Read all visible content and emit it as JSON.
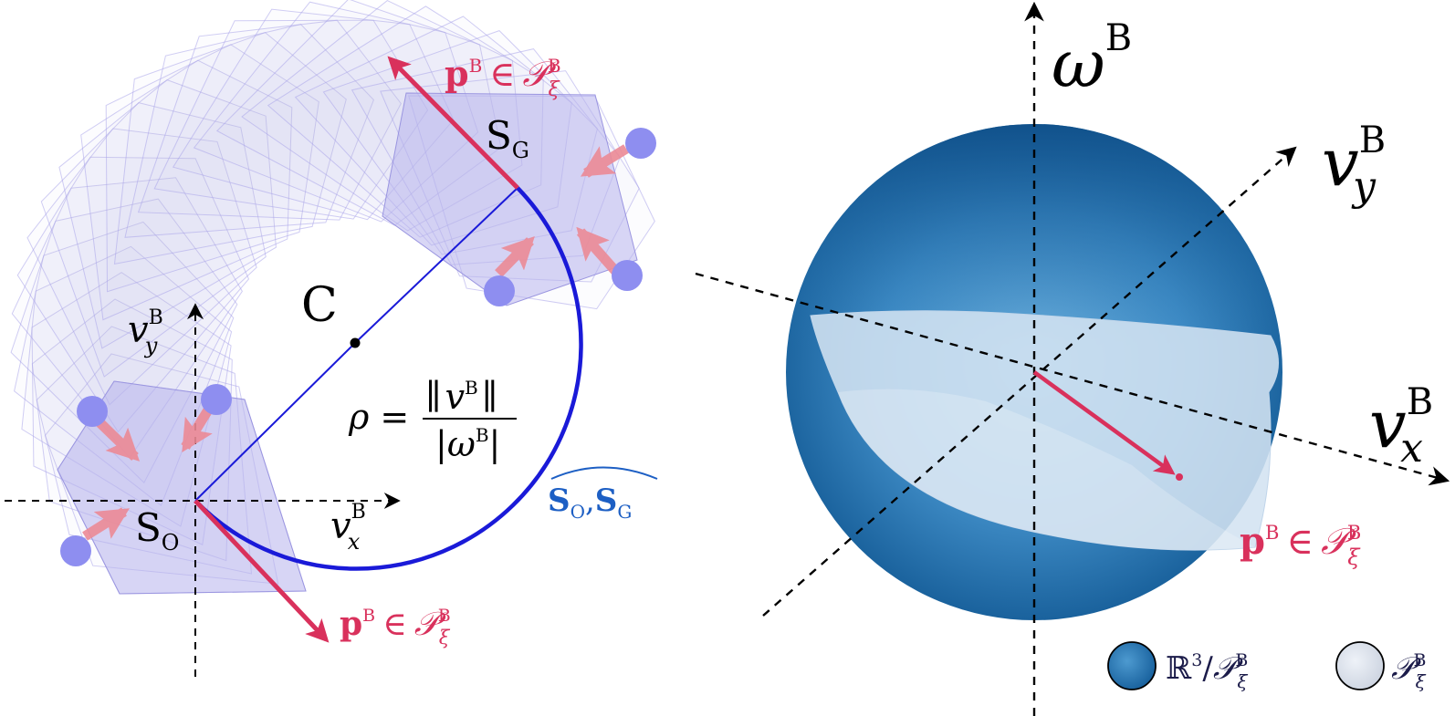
{
  "colors": {
    "accent_red": "#d9315c",
    "arc_blue": "#1a1ad8",
    "footprint_fill": "#b8b4ec",
    "footprint_stroke": "#9a95e0",
    "contact_circle": "#8e8ef0",
    "force_arrow": "#ec8a96",
    "sphere_dark": "#1e67a4",
    "sphere_light": "#5fa4d6",
    "region_light": "#d3e2f1",
    "label_blue": "#1d5fc4"
  },
  "icons": {
    "contact_point": "contact-point-icon",
    "force": "force-arrow-icon",
    "legend_swatch": "legend-swatch-icon"
  },
  "left_panel": {
    "labels": {
      "p_top": {
        "p": "p",
        "sup_b": "B",
        "in": "∈",
        "cal": "𝒫",
        "sup_b2": "B",
        "sub_xi": "ξ"
      },
      "p_bottom": {
        "p": "p",
        "sup_b": "B",
        "in": "∈",
        "cal": "𝒫",
        "sup_b2": "B",
        "sub_xi": "ξ"
      },
      "sg": {
        "main": "S",
        "sub": "G"
      },
      "so": {
        "main": "S",
        "sub": "O"
      },
      "center": "C",
      "vy": {
        "main": "v",
        "sup": "B",
        "sub": "y"
      },
      "vx": {
        "main": "v",
        "sup": "B",
        "sub": "x"
      },
      "rho": {
        "lhs": "ρ =",
        "num_l": "∥",
        "num_v": "v",
        "num_sup": "B",
        "num_r": "∥",
        "den_l": "|",
        "den_w": "ω",
        "den_sup": "B",
        "den_r": "|"
      },
      "arc_label": {
        "s1": "S",
        "sub1": "O",
        "comma": ",",
        "s2": "S",
        "sub2": "G"
      }
    }
  },
  "right_panel": {
    "labels": {
      "omega": {
        "main": "ω",
        "sup": "B"
      },
      "vy": {
        "main": "v",
        "sup": "B",
        "sub": "y"
      },
      "vx": {
        "main": "v",
        "sup": "B",
        "sub": "x"
      },
      "p": {
        "p": "p",
        "sup_b": "B",
        "in": "∈",
        "cal": "𝒫",
        "sup_b2": "B",
        "sub_xi": "ξ"
      }
    },
    "legend": [
      {
        "main": "ℝ",
        "sup": "3",
        "slash": "/",
        "cal": "𝒫",
        "cal_sup": "B",
        "cal_sub": "ξ"
      },
      {
        "cal": "𝒫",
        "cal_sup": "B",
        "cal_sub": "ξ"
      }
    ]
  }
}
